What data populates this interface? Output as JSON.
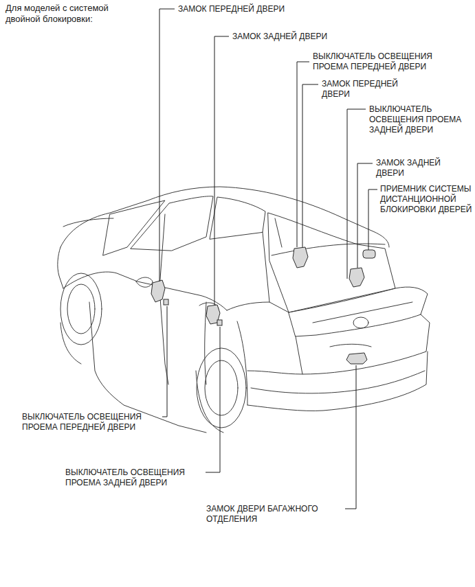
{
  "diagram": {
    "title": "Для моделей с системой двойной блокировки:",
    "labels": [
      "ЗАМОК ПЕРЕДНЕЙ ДВЕРИ",
      "ЗАМОК ЗАДНЕЙ ДВЕРИ",
      "ВЫКЛЮЧАТЕЛЬ ОСВЕЩЕНИЯ ПРОЕМА ПЕРЕДНЕЙ ДВЕРИ",
      "ЗАМОК ПЕРЕДНЕЙ ДВЕРИ",
      "ВЫКЛЮЧАТЕЛЬ ОСВЕЩЕНИЯ ПРОЕМА ЗАДНЕЙ ДВЕРИ",
      "ЗАМОК ЗАДНЕЙ ДВЕРИ",
      "ПРИЕМНИК СИСТЕМЫ ДИСТАНЦИОННОЙ БЛОКИРОВКИ ДВЕРЕЙ",
      "ВЫКЛЮЧАТЕЛЬ ОСВЕЩЕНИЯ ПРОЕМА ПЕРЕДНЕЙ ДВЕРИ",
      "ВЫКЛЮЧАТЕЛЬ ОСВЕЩЕНИЯ ПРОЕМА ЗАДНЕЙ ДВЕРИ",
      "ЗАМОК ДВЕРИ БАГАЖНОГО ОТДЕЛЕНИЯ"
    ]
  }
}
